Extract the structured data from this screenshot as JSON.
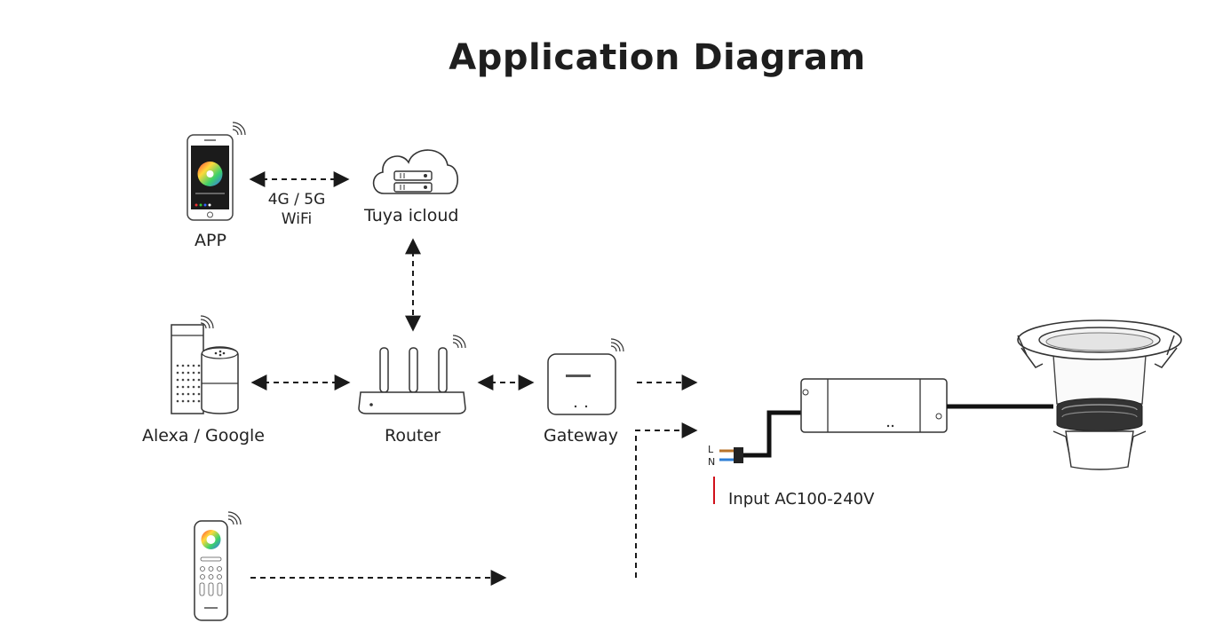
{
  "title": "Application Diagram",
  "nodes": {
    "app": "APP",
    "cloud": "Tuya icloud",
    "voice": "Alexa / Google",
    "router": "Router",
    "gateway": "Gateway",
    "input": "Input AC100-240V"
  },
  "network": {
    "line1": "4G / 5G",
    "line2": "WiFi"
  },
  "terminals": {
    "l": "L",
    "n": "N"
  },
  "colors": {
    "line": "#1a1a1a",
    "input_wire": "#d0101b",
    "live_wire": "#b8732a",
    "neutral_wire": "#2f7fd6"
  }
}
